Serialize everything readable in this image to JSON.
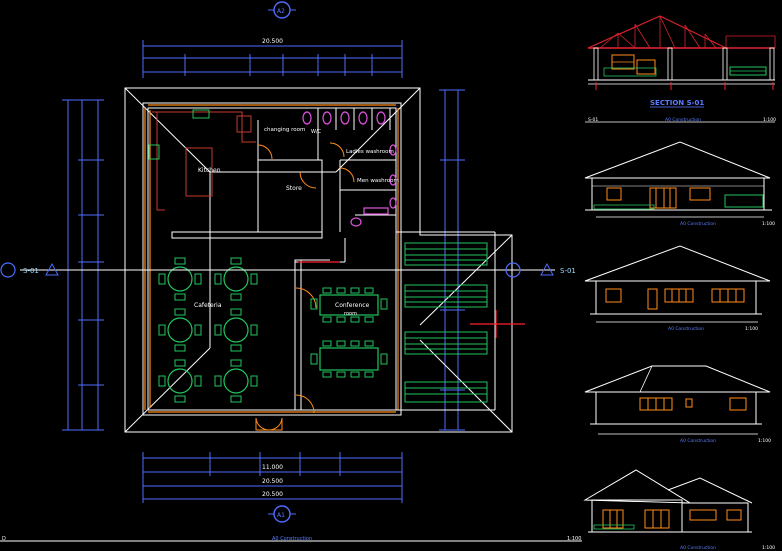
{
  "colors": {
    "background": "#000000",
    "wall": "#ffffff",
    "hatch": "#ff8c1a",
    "furniture": "#22c55e",
    "dimension": "#4f6bff",
    "sanitary": "#e055e0",
    "roof_red": "#d9222c",
    "window_orange": "#ff8c1a",
    "door_red": "#c43a2e",
    "section_cut": "#ff2030"
  },
  "plan": {
    "section_marker_top": "A2",
    "section_marker_bottom": "A1",
    "section_left_label": "S-01",
    "section_right_label": "S-01",
    "dim_overall_top": "20.500",
    "dim_overall_bottom_1": "20.500",
    "dim_overall_bottom_2": "20.500",
    "dim_bottom_middle": "11.000",
    "rooms": {
      "kitchen": "Kitchen",
      "store": "Store",
      "changing_room": "changing room",
      "ladies_washroom": "Ladies washroom",
      "men_washroom": "Men washroom",
      "cafeteria": "Cafeteria",
      "conference": "Conference",
      "conference_sub": "room",
      "wc": "W/C"
    },
    "footer_left": "D",
    "footer_title": "A0 Construction",
    "footer_scale": "1:100"
  },
  "section_view": {
    "title": "SECTION S-01",
    "subtitle_left": "S-01",
    "subtitle": "A0 Construction",
    "scale": "1:100"
  },
  "elevations": [
    {
      "label": "A0 Construction",
      "scale": "1:100"
    },
    {
      "label": "A0 Construction",
      "scale": "1:100"
    },
    {
      "label": "A0 Construction",
      "scale": "1:100"
    },
    {
      "label": "A0 Construction",
      "scale": "1:100"
    }
  ]
}
